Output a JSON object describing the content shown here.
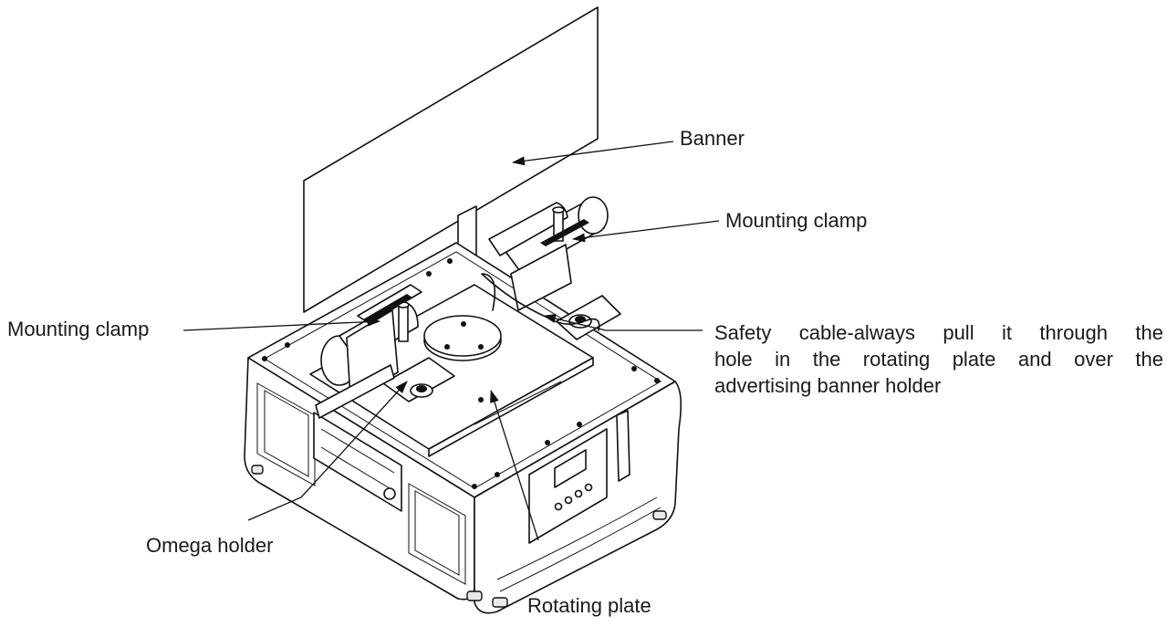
{
  "labels": {
    "banner": "Banner",
    "mounting_clamp_right": "Mounting clamp",
    "mounting_clamp_left": "Mounting clamp",
    "safety_cable_lines": [
      "Safety cable-always pull it through the",
      "hole in the rotating plate and over the",
      "advertising banner holder"
    ],
    "omega_holder": "Omega holder",
    "rotating_plate": "Rotating plate"
  },
  "display_panel": {
    "buttons": 4
  }
}
